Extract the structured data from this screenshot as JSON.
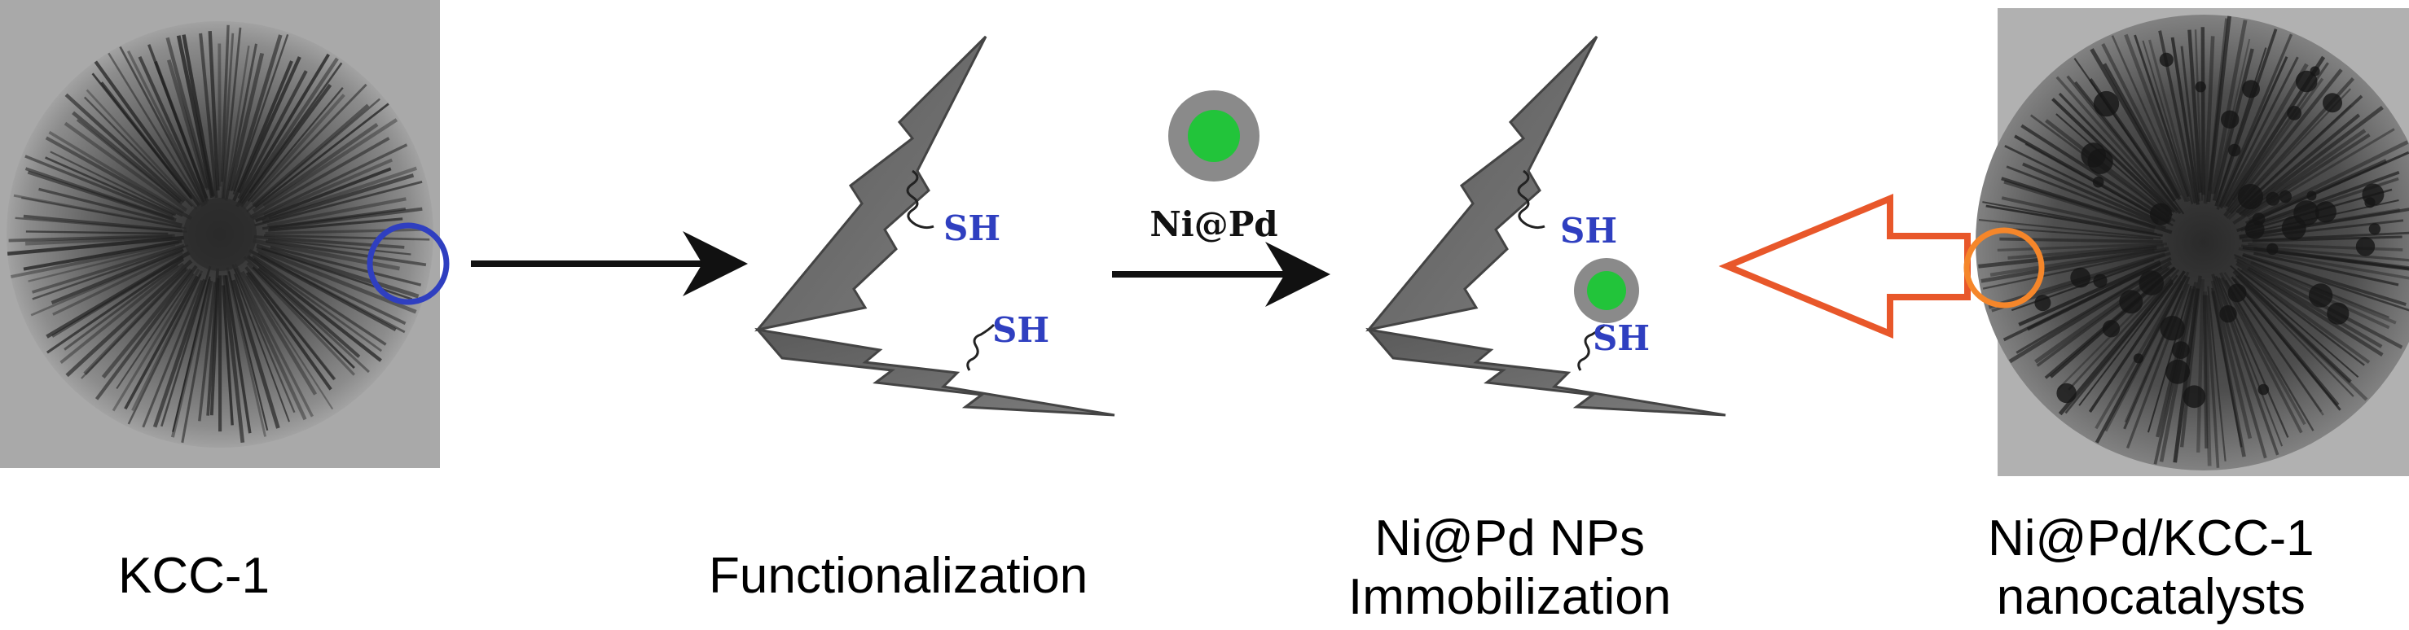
{
  "colors": {
    "kcc_circle": "#2f3fc0",
    "catalyst_circle": "#f5862a",
    "shard_fill": "#6e6e6e",
    "thiol_text": "#2f3fc0",
    "np_core": "#22c43a",
    "np_shell": "#8a8a8a",
    "hollow_arrow": "#e8572a"
  },
  "labels": {
    "thiol_group": "SH",
    "reagent": "Ni@Pd"
  },
  "captions": {
    "kcc1": "KCC-1",
    "functionalization": "Functionalization",
    "immobilization_line1": "Ni@Pd NPs",
    "immobilization_line2": "Immobilization",
    "catalyst_line1": "Ni@Pd/KCC-1",
    "catalyst_line2": "nanocatalysts"
  },
  "icons": {
    "kcc_micrograph": "tem-micrograph-image",
    "catalyst_micrograph": "tem-micrograph-image",
    "np": "core-shell-nanoparticle-icon"
  }
}
